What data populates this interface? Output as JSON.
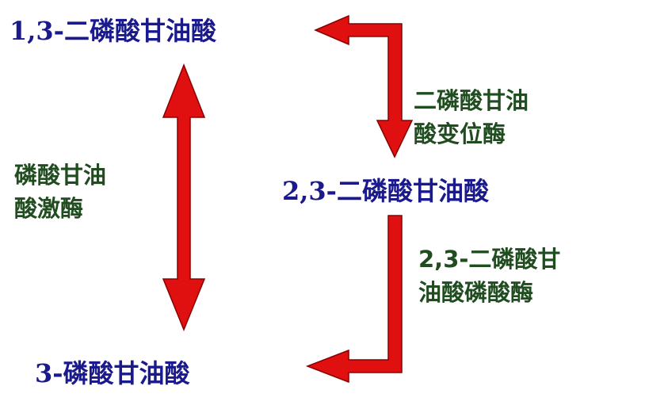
{
  "metabolites": {
    "bpg13": "1,3-二磷酸甘油酸",
    "bpg23": "2,3-二磷酸甘油酸",
    "pg3": "3-磷酸甘油酸"
  },
  "enzymes": {
    "mutase": [
      "二磷酸甘油",
      "酸变位酶"
    ],
    "kinase": [
      "磷酸甘油",
      "酸激酶"
    ],
    "phosphatase": [
      "2,3-二磷酸甘",
      "油酸磷酸酶"
    ]
  },
  "colors": {
    "arrow_fill": "#e01010",
    "arrow_stroke": "#8a0000",
    "metabolite_text": "#1a1a8c",
    "enzyme_text": "#1f4d1f"
  }
}
